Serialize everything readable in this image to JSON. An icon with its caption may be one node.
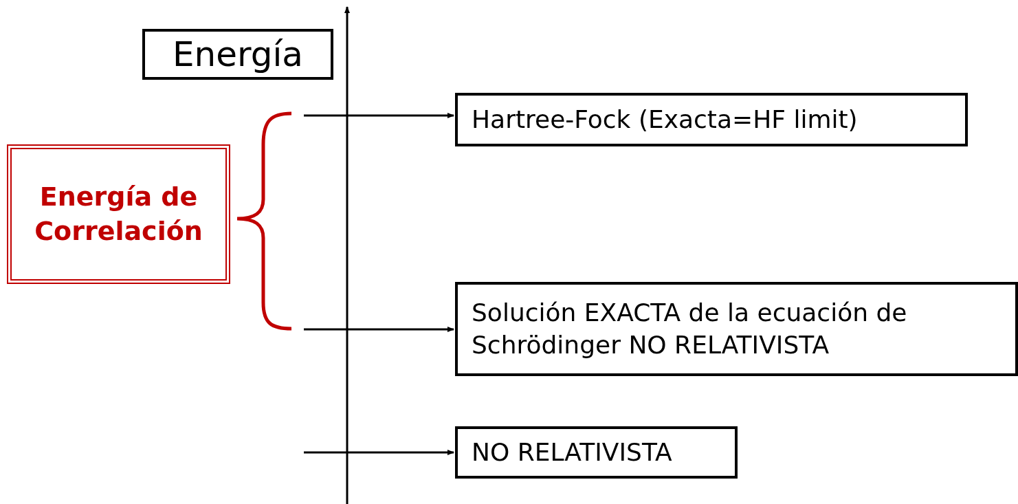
{
  "diagram": {
    "nodes": [
      {
        "text": [
          "Energía"
        ]
      },
      {
        "text": [
          "Hartree-Fock (Exacta=HF limit)"
        ]
      },
      {
        "text": [
          "Solución EXACTA de la ecuación de Schrödinger NO RELATIVISTA"
        ]
      },
      {
        "text": [
          "NO RELATIVISTA"
        ]
      },
      {
        "text": [
          "Energía de Correlación"
        ]
      }
    ],
    "edges": [
      {
        "from": null,
        "to": 1,
        "arrow": "to"
      },
      {
        "from": null,
        "to": 2,
        "arrow": "to"
      },
      {
        "from": null,
        "to": 3,
        "arrow": "to"
      }
    ]
  }
}
